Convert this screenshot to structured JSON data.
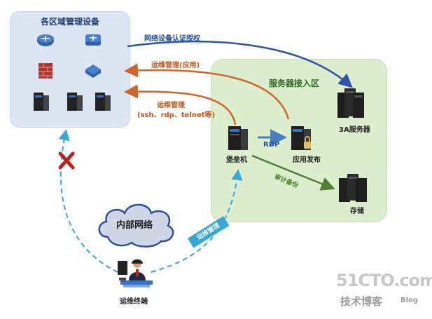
{
  "regions": {
    "left_title": "各区域管理设备",
    "right_title": "服务器接入区"
  },
  "arrows": {
    "auth": "网络设备认证授权",
    "ops_app": "运维管理(应用)",
    "ops_cmd_line1": "运维管理",
    "ops_cmd_line2": "(ssh、rdp、telnet等)",
    "rdp": "RDP",
    "audit": "审计备份",
    "ops_mgmt": "运维管理"
  },
  "nodes": {
    "bastion": "堡垒机",
    "app_publish": "应用发布",
    "aaa_server": "3A服务器",
    "storage": "存储",
    "intranet": "内部网络",
    "terminal": "运维终端"
  },
  "watermark": {
    "site": "51CTO.com",
    "sub": "技术博客",
    "blog": "Blog"
  },
  "colors": {
    "blue_arrow": "#2b56a8",
    "orange_arrow": "#d0662a",
    "green_arrow": "#4f7f3a",
    "dashed": "#35a7d9",
    "blocked": "#c0201a"
  }
}
